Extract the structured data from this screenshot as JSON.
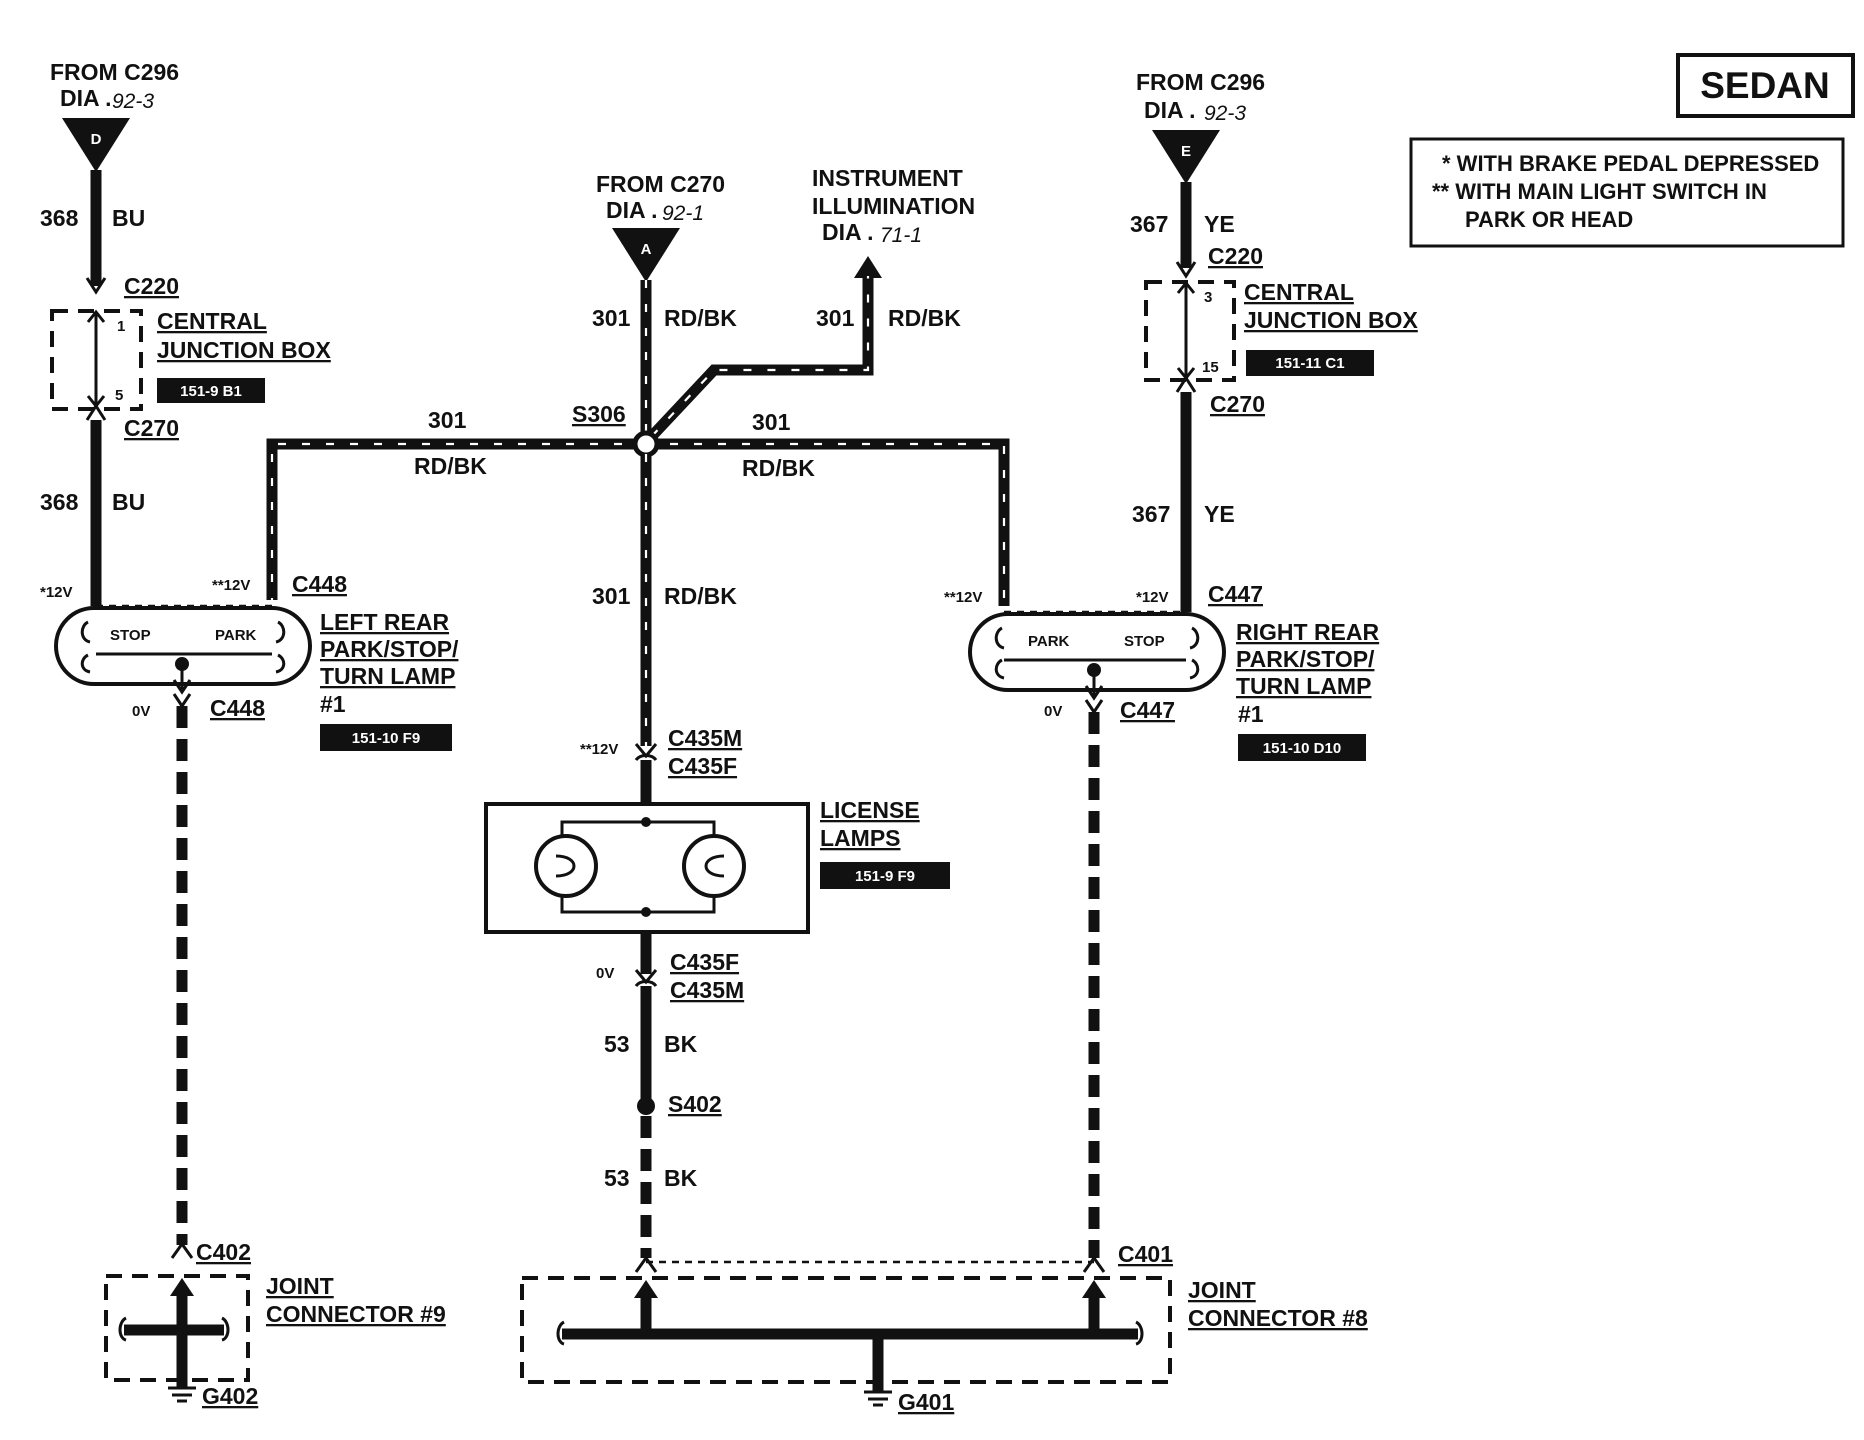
{
  "title": "SEDAN",
  "legend": {
    "line1": "*  WITH BRAKE PEDAL DEPRESSED",
    "line2": "**  WITH MAIN LIGHT SWITCH IN",
    "line3": "PARK OR HEAD"
  },
  "sources": {
    "left": {
      "from": "FROM C296",
      "dia": "DIA .",
      "dia_ref": "92-3",
      "letter": "D"
    },
    "center": {
      "from": "FROM C270",
      "dia": "DIA .",
      "dia_ref": "92-1",
      "letter": "A"
    },
    "right": {
      "from": "FROM C296",
      "dia": "DIA .",
      "dia_ref": "92-3",
      "letter": "E"
    },
    "instrument": {
      "line1": "INSTRUMENT",
      "line2": "ILLUMINATION",
      "dia": "DIA .",
      "dia_ref": "71-1"
    }
  },
  "left_circuit": {
    "circuit": "368",
    "color": "BU",
    "c220": "C220",
    "c270": "C270",
    "jb_line1": "CENTRAL",
    "jb_line2": "JUNCTION BOX",
    "jb_ref": "151-9 B1",
    "pin_top": "1",
    "pin_bottom": "5",
    "v_stop": "*12V",
    "v_park": "**12V",
    "conn": "C448",
    "lamp_stop": "STOP",
    "lamp_park": "PARK",
    "lamp_line1": "LEFT REAR",
    "lamp_line2": "PARK/STOP/",
    "lamp_line3": "TURN LAMP",
    "lamp_line4": "#1",
    "lamp_ref": "151-10 F9",
    "v_ground": "0V",
    "conn_bottom": "C448"
  },
  "right_circuit": {
    "circuit": "367",
    "color": "YE",
    "c220": "C220",
    "c270": "C270",
    "jb_line1": "CENTRAL",
    "jb_line2": "JUNCTION BOX",
    "jb_ref": "151-11 C1",
    "pin_top": "3",
    "pin_bottom": "15",
    "v_park": "**12V",
    "v_stop": "*12V",
    "conn": "C447",
    "lamp_park": "PARK",
    "lamp_stop": "STOP",
    "lamp_line1": "RIGHT REAR",
    "lamp_line2": "PARK/STOP/",
    "lamp_line3": "TURN LAMP",
    "lamp_line4": "#1",
    "lamp_ref": "151-10 D10",
    "v_ground": "0V",
    "conn_bottom": "C447"
  },
  "center_circuit": {
    "circuit": "301",
    "color": "RD/BK",
    "splice": "S306",
    "v_license": "**12V",
    "c435m": "C435M",
    "c435f": "C435F",
    "lamps_line1": "LICENSE",
    "lamps_line2": "LAMPS",
    "lamps_ref": "151-9 F9",
    "v_ground": "0V",
    "c435f_b": "C435F",
    "c435m_b": "C435M",
    "ground_circuit": "53",
    "ground_color": "BK",
    "splice_ground": "S402"
  },
  "grounds": {
    "left": {
      "conn": "C402",
      "jc_line1": "JOINT",
      "jc_line2": "CONNECTOR #9",
      "ground": "G402"
    },
    "right": {
      "conn": "C401",
      "jc_line1": "JOINT",
      "jc_line2": "CONNECTOR #8",
      "ground": "G401"
    }
  }
}
